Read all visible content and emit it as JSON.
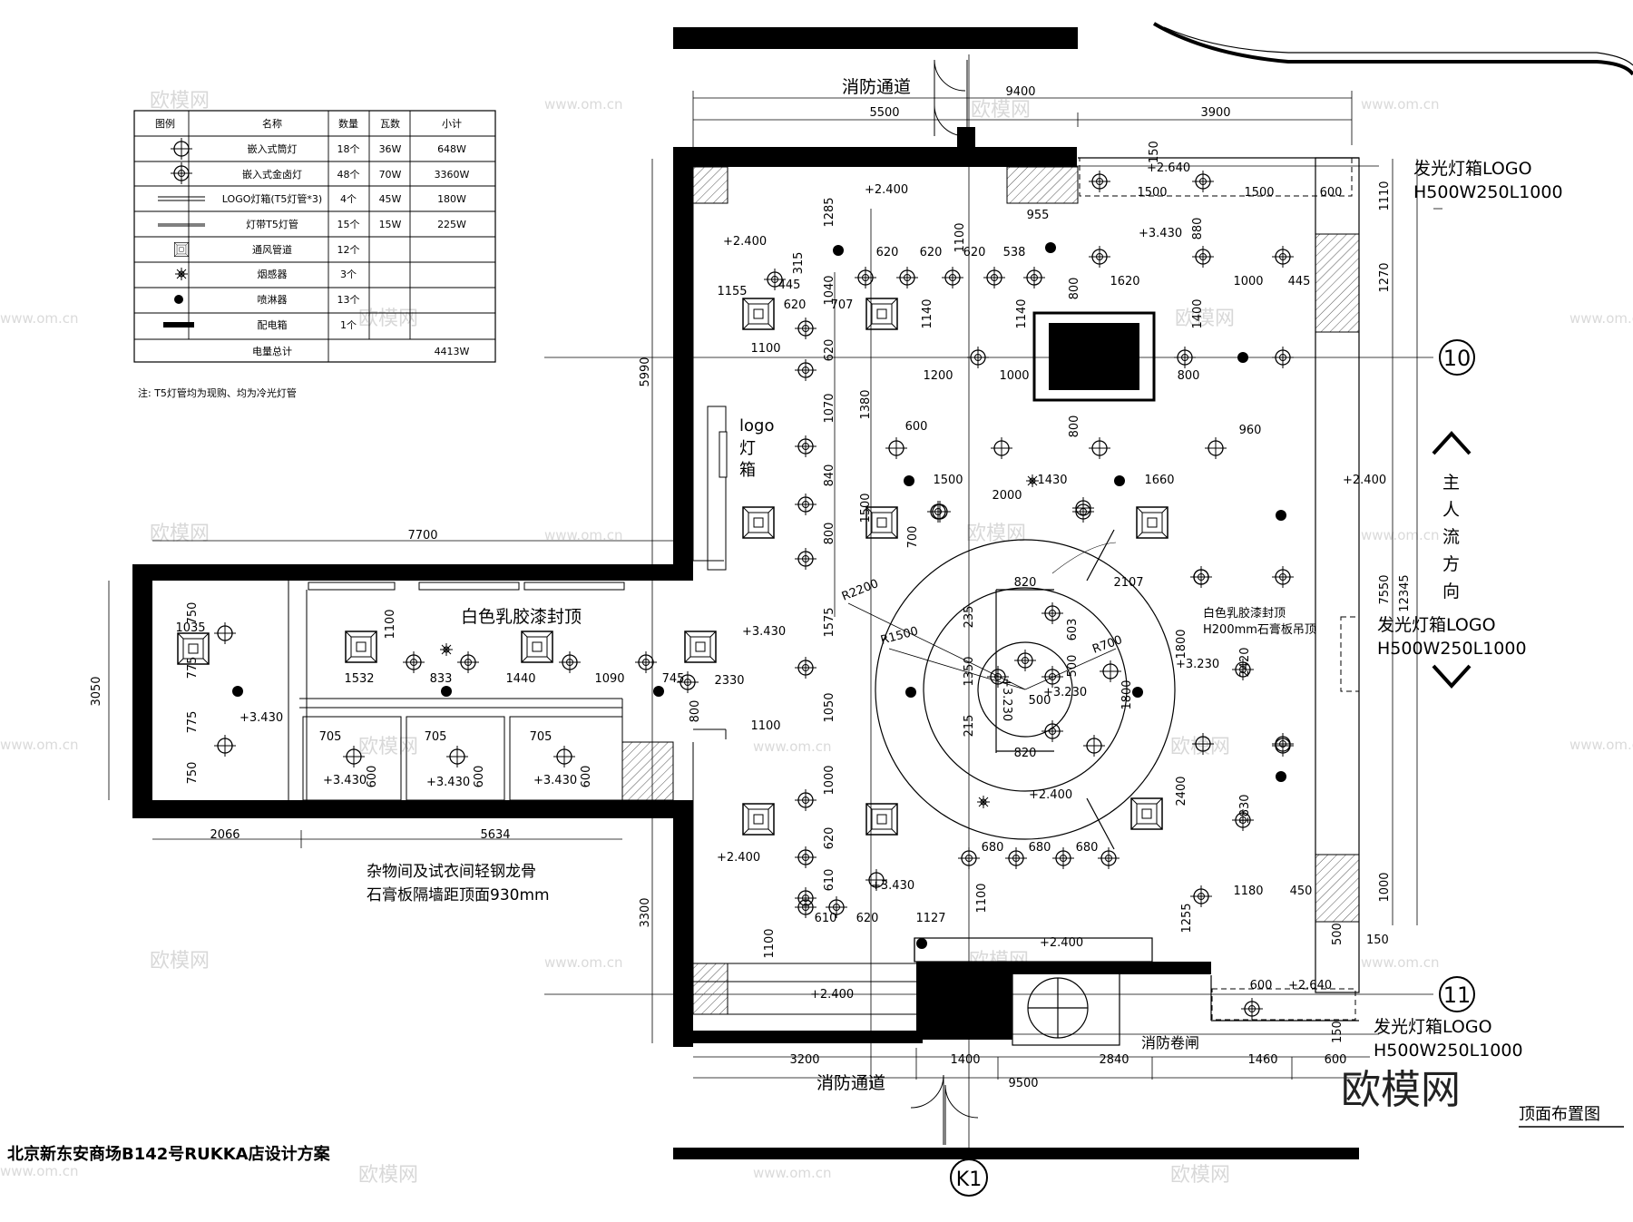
{
  "legend": {
    "headers": [
      "图例",
      "名称",
      "数量",
      "瓦数",
      "小计"
    ],
    "rows": [
      {
        "icon": "crosshair-circle-icon",
        "name": "嵌入式筒灯",
        "qty": "18个",
        "watt": "36W",
        "subtotal": "648W"
      },
      {
        "icon": "double-circle-crosshair-icon",
        "name": "嵌入式金卤灯",
        "qty": "48个",
        "watt": "70W",
        "subtotal": "3360W"
      },
      {
        "icon": "double-line-icon",
        "name": "LOGO灯箱(T5灯管*3)",
        "qty": "4个",
        "watt": "45W",
        "subtotal": "180W"
      },
      {
        "icon": "single-line-icon",
        "name": "灯带T5灯管",
        "qty": "15个",
        "watt": "15W",
        "subtotal": "225W"
      },
      {
        "icon": "vent-square-icon",
        "name": "通风管道",
        "qty": "12个",
        "watt": "",
        "subtotal": ""
      },
      {
        "icon": "smoke-detector-icon",
        "name": "烟感器",
        "qty": "3个",
        "watt": "",
        "subtotal": ""
      },
      {
        "icon": "filled-dot-icon",
        "name": "喷淋器",
        "qty": "13个",
        "watt": "",
        "subtotal": ""
      },
      {
        "icon": "distribution-box-icon",
        "name": "配电箱",
        "qty": "1个",
        "watt": "",
        "subtotal": ""
      }
    ],
    "total_label": "电量总计",
    "total_value": "4413W",
    "note": "注:  T5灯管均为现购、均为冷光灯管"
  },
  "labels": {
    "fire_passage_top": "消防通道",
    "fire_passage_bottom": "消防通道",
    "fire_shutter": "消防卷闸",
    "logo_box_vertical": [
      "logo",
      "灯",
      "箱"
    ],
    "white_latex_ceiling": "白色乳胶漆封顶",
    "white_latex_ceiling_small": "白色乳胶漆封顶",
    "gypsum_ceiling_note": "H200mm石膏板吊顶",
    "storage_note_line1": "杂物间及试衣间轻钢龙骨",
    "storage_note_line2": "石膏板隔墙距顶面930mm",
    "logo_lightbox_1_line1": "发光灯箱LOGO",
    "logo_lightbox_1_line2": "H500W250L1000",
    "logo_lightbox_2_line1": "发光灯箱LOGO",
    "logo_lightbox_2_line2": "H500W250L1000",
    "logo_lightbox_3_line1": "发光灯箱LOGO",
    "logo_lightbox_3_line2": "H500W250L1000",
    "flow_direction": [
      "主",
      "人",
      "流",
      "方",
      "向"
    ],
    "project_title": "北京新东安商场B142号RUKKA店设计方案",
    "drawing_title": "顶面布置图",
    "axis_10": "10",
    "axis_11": "11",
    "axis_k1": "K1",
    "brand_watermark": "欧模网",
    "watermark_small": "欧模网",
    "watermark_url": "www.om.cn"
  },
  "dimensions": {
    "d9400": "9400",
    "d5500": "5500",
    "d3900": "3900",
    "d9500": "9500",
    "d3200": "3200",
    "d1400": "1400",
    "d2840": "2840",
    "d1460": "1460",
    "d600b": "600",
    "d7700": "7700",
    "d5990": "5990",
    "d3050": "3050",
    "d3300": "3300",
    "d2066": "2066",
    "d5634": "5634",
    "d12345": "12345",
    "d7550": "7550",
    "d1110": "1110",
    "d1270": "1270",
    "d1000r": "1000",
    "d1500a": "1500",
    "d1500b": "1500",
    "d600a": "600",
    "d150a": "150",
    "d150b": "150",
    "d500r": "500",
    "d1285": "1285",
    "d1155": "1155",
    "d1100a": "1100",
    "d620a": "620",
    "d445a": "445",
    "d315": "315",
    "d1040": "1040",
    "d707": "707",
    "d620b": "620",
    "d620c": "620",
    "d620d": "620",
    "d620e": "620",
    "d538": "538",
    "d1100b": "1100",
    "d955": "955",
    "d880": "880",
    "d1620": "1620",
    "d1000a": "1000",
    "d445b": "445",
    "d1140a": "1140",
    "d1140b": "1140",
    "d1200": "1200",
    "d1000c": "1000",
    "d800a": "800",
    "d800b": "800",
    "d800c": "800",
    "d1380": "1380",
    "d1070": "1070",
    "d840": "840",
    "d800d": "800",
    "d1575": "1575",
    "d1050": "1050",
    "d1000d": "1000",
    "d620f": "620",
    "d610a": "610",
    "d600c": "600",
    "d1500c": "1500",
    "d2000": "2000",
    "d1430": "1430",
    "d1660": "1660",
    "d960": "960",
    "d1500d": "1500",
    "d700": "700",
    "d820a": "820",
    "d820b": "820",
    "d2107": "2107",
    "d235": "235",
    "d603": "603",
    "d1350": "1350",
    "d500a": "500",
    "d500b": "500",
    "d215": "215",
    "d1800a": "1800",
    "d1800b": "1800",
    "d2420": "2420",
    "d2400": "2400",
    "d1830": "1830",
    "d1180": "1180",
    "d450": "450",
    "d1255": "1255",
    "d680a": "680",
    "d680b": "680",
    "d680c": "680",
    "d1100c": "1100",
    "d1127": "1127",
    "d610b": "610",
    "d620g": "620",
    "d1100d": "1100",
    "d1532": "1532",
    "d833": "833",
    "d1440": "1440",
    "d1090": "1090",
    "d745": "745",
    "d2330": "2330",
    "d1100e": "1100",
    "d800e": "800",
    "d1100f": "1100",
    "d1035": "1035",
    "d750a": "750",
    "d775a": "775",
    "d775b": "775",
    "d750b": "750",
    "d705a": "705",
    "d705b": "705",
    "d705c": "705",
    "d600d": "600",
    "d600e": "600",
    "d600f": "600",
    "R2200": "R2200",
    "R1500": "R1500",
    "R700": "R700"
  },
  "elevations": {
    "e2640a": "+2.640",
    "e2400a": "+2.400",
    "e2400b": "+2.400",
    "e3430a": "+3.430",
    "e2400c": "+2.400",
    "e3430b": "+3.430",
    "e3430c": "+3.430",
    "e3430d": "+3.430",
    "e3430e": "+3.430",
    "e3430f": "+3.430",
    "e3230a": "+3.230",
    "e3230b": "+3.230",
    "e3230c": "+3.230",
    "e2400d": "+2.400",
    "e2400e": "+2.400",
    "e3430g": "+3.430",
    "e2400f": "+2.400",
    "e2400g": "+2.400",
    "e2640b": "+2.640"
  }
}
